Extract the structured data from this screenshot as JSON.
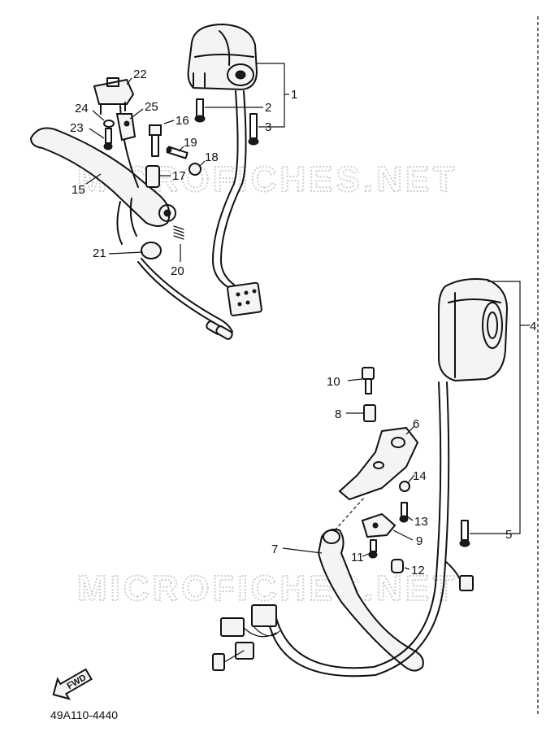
{
  "watermark": "MICROFICHES.NET",
  "diagram_code": "49A110-4440",
  "fwd_label": "FWD",
  "labels": {
    "p1": "1",
    "p2": "2",
    "p3": "3",
    "p4": "4",
    "p5": "5",
    "p6": "6",
    "p7": "7",
    "p8": "8",
    "p9": "9",
    "p10": "10",
    "p11": "11",
    "p12": "12",
    "p13": "13",
    "p14": "14",
    "p15": "15",
    "p16": "16",
    "p17": "17",
    "p18": "18",
    "p19": "19",
    "p20": "20",
    "p21": "21",
    "p22": "22",
    "p23": "23",
    "p24": "24",
    "p25": "25"
  }
}
